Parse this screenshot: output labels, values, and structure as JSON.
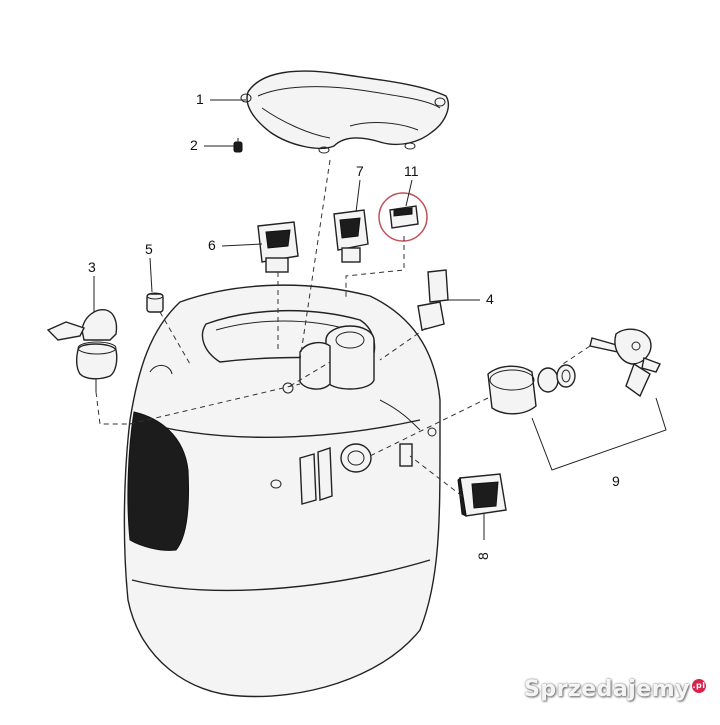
{
  "diagram": {
    "part_labels": [
      "1",
      "2",
      "3",
      "4",
      "5",
      "6",
      "7",
      "8",
      "9",
      "11"
    ]
  },
  "watermark": {
    "text": "Sprzedajemy",
    "suffix": ".pl"
  },
  "colors": {
    "line": "#222222",
    "highlight_circle": "#c0505a",
    "watermark_badge": "#d8234a"
  }
}
